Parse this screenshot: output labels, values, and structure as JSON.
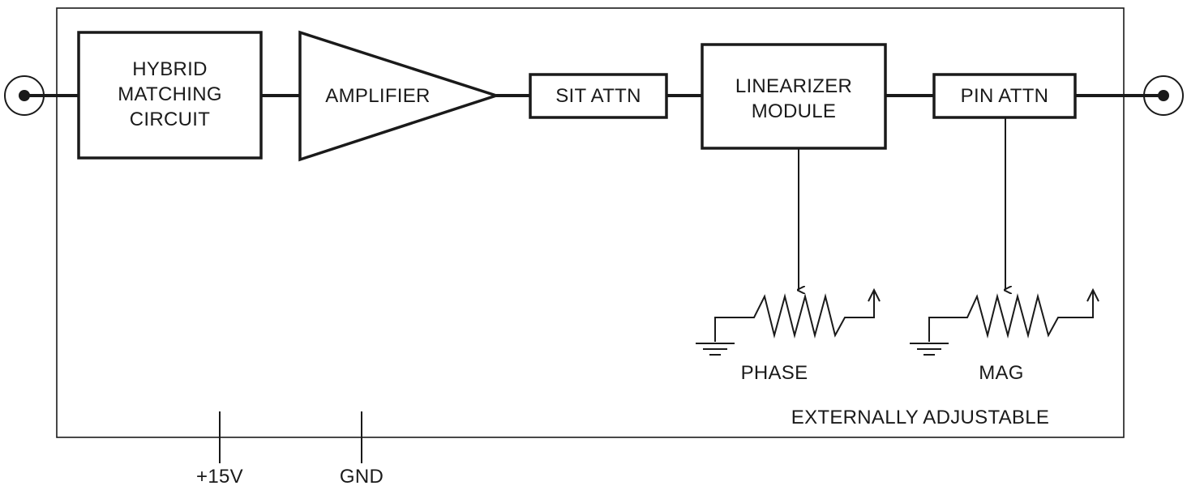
{
  "blocks": {
    "hybrid_matching": [
      "HYBRID",
      "MATCHING",
      "CIRCUIT"
    ],
    "amplifier": "AMPLIFIER",
    "sit_attn": "SIT ATTN",
    "linearizer": [
      "LINEARIZER",
      "MODULE"
    ],
    "pin_attn": "PIN ATTN"
  },
  "adjustments": {
    "phase": "PHASE",
    "mag": "MAG",
    "note": "EXTERNALLY ADJUSTABLE"
  },
  "pins": {
    "power": "+15V",
    "ground": "GND"
  }
}
